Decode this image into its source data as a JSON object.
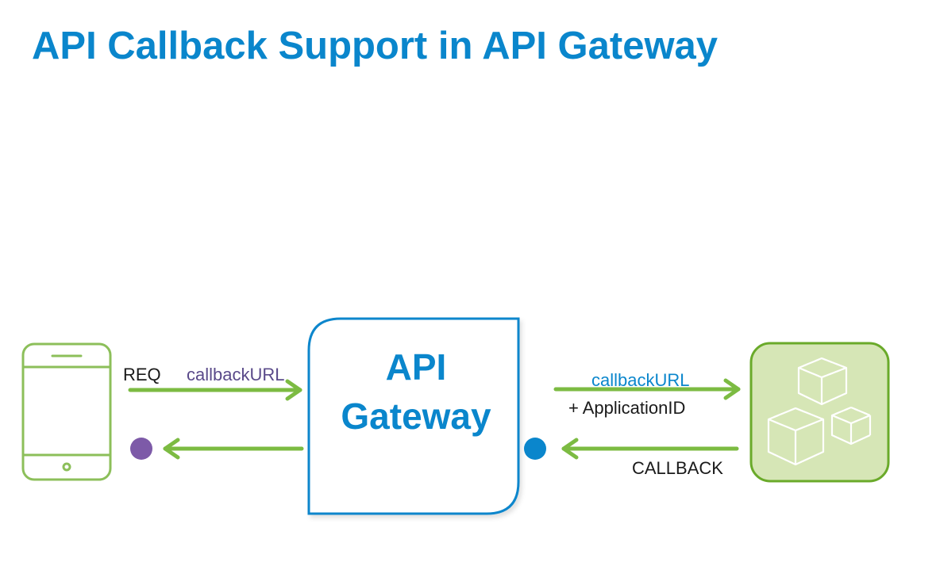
{
  "slide": {
    "title": "API Callback Support in API Gateway"
  },
  "diagram": {
    "nodes": {
      "client": {
        "label": "",
        "icon": "mobile-phone-icon"
      },
      "gateway": {
        "line1": "API",
        "line2": "Gateway"
      },
      "backend": {
        "label": "",
        "icon": "cubes-icon"
      }
    },
    "edges": {
      "request": {
        "label_req": "REQ",
        "label_param": "callbackURL"
      },
      "forward": {
        "label_param": "callbackURL",
        "label_extra": "+ ApplicationID"
      },
      "callback": {
        "label": "CALLBACK"
      },
      "response": {
        "label": ""
      }
    },
    "colors": {
      "title": "#0a86cc",
      "gateway_border": "#0a86cc",
      "arrow": "#7cbb42",
      "phone_outline": "#8cbf5a",
      "backend_fill": "#d6e6b6",
      "backend_border": "#6aaa2a",
      "client_dot": "#7d5aa8",
      "gateway_dot": "#0a86cc",
      "param_purple": "#5a4a8a"
    }
  }
}
